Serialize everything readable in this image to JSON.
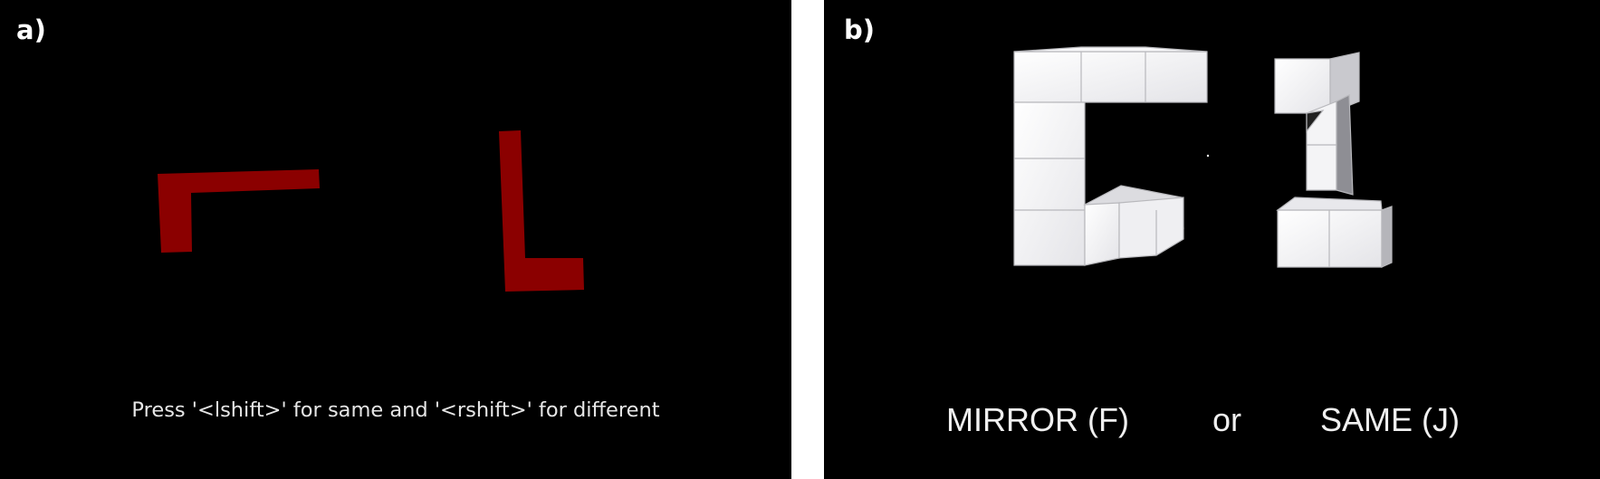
{
  "panel_a": {
    "label": "a)",
    "prompt": "Press '<lshift>' for same and '<rshift>' for different",
    "stimulus_color": "#8b0000"
  },
  "panel_b": {
    "label": "b)",
    "option_left": "MIRROR (F)",
    "option_mid": "or",
    "option_right": "SAME (J)",
    "cube_face_color": "#f2f2f4",
    "cube_edge_color": "#b8b8bc"
  }
}
